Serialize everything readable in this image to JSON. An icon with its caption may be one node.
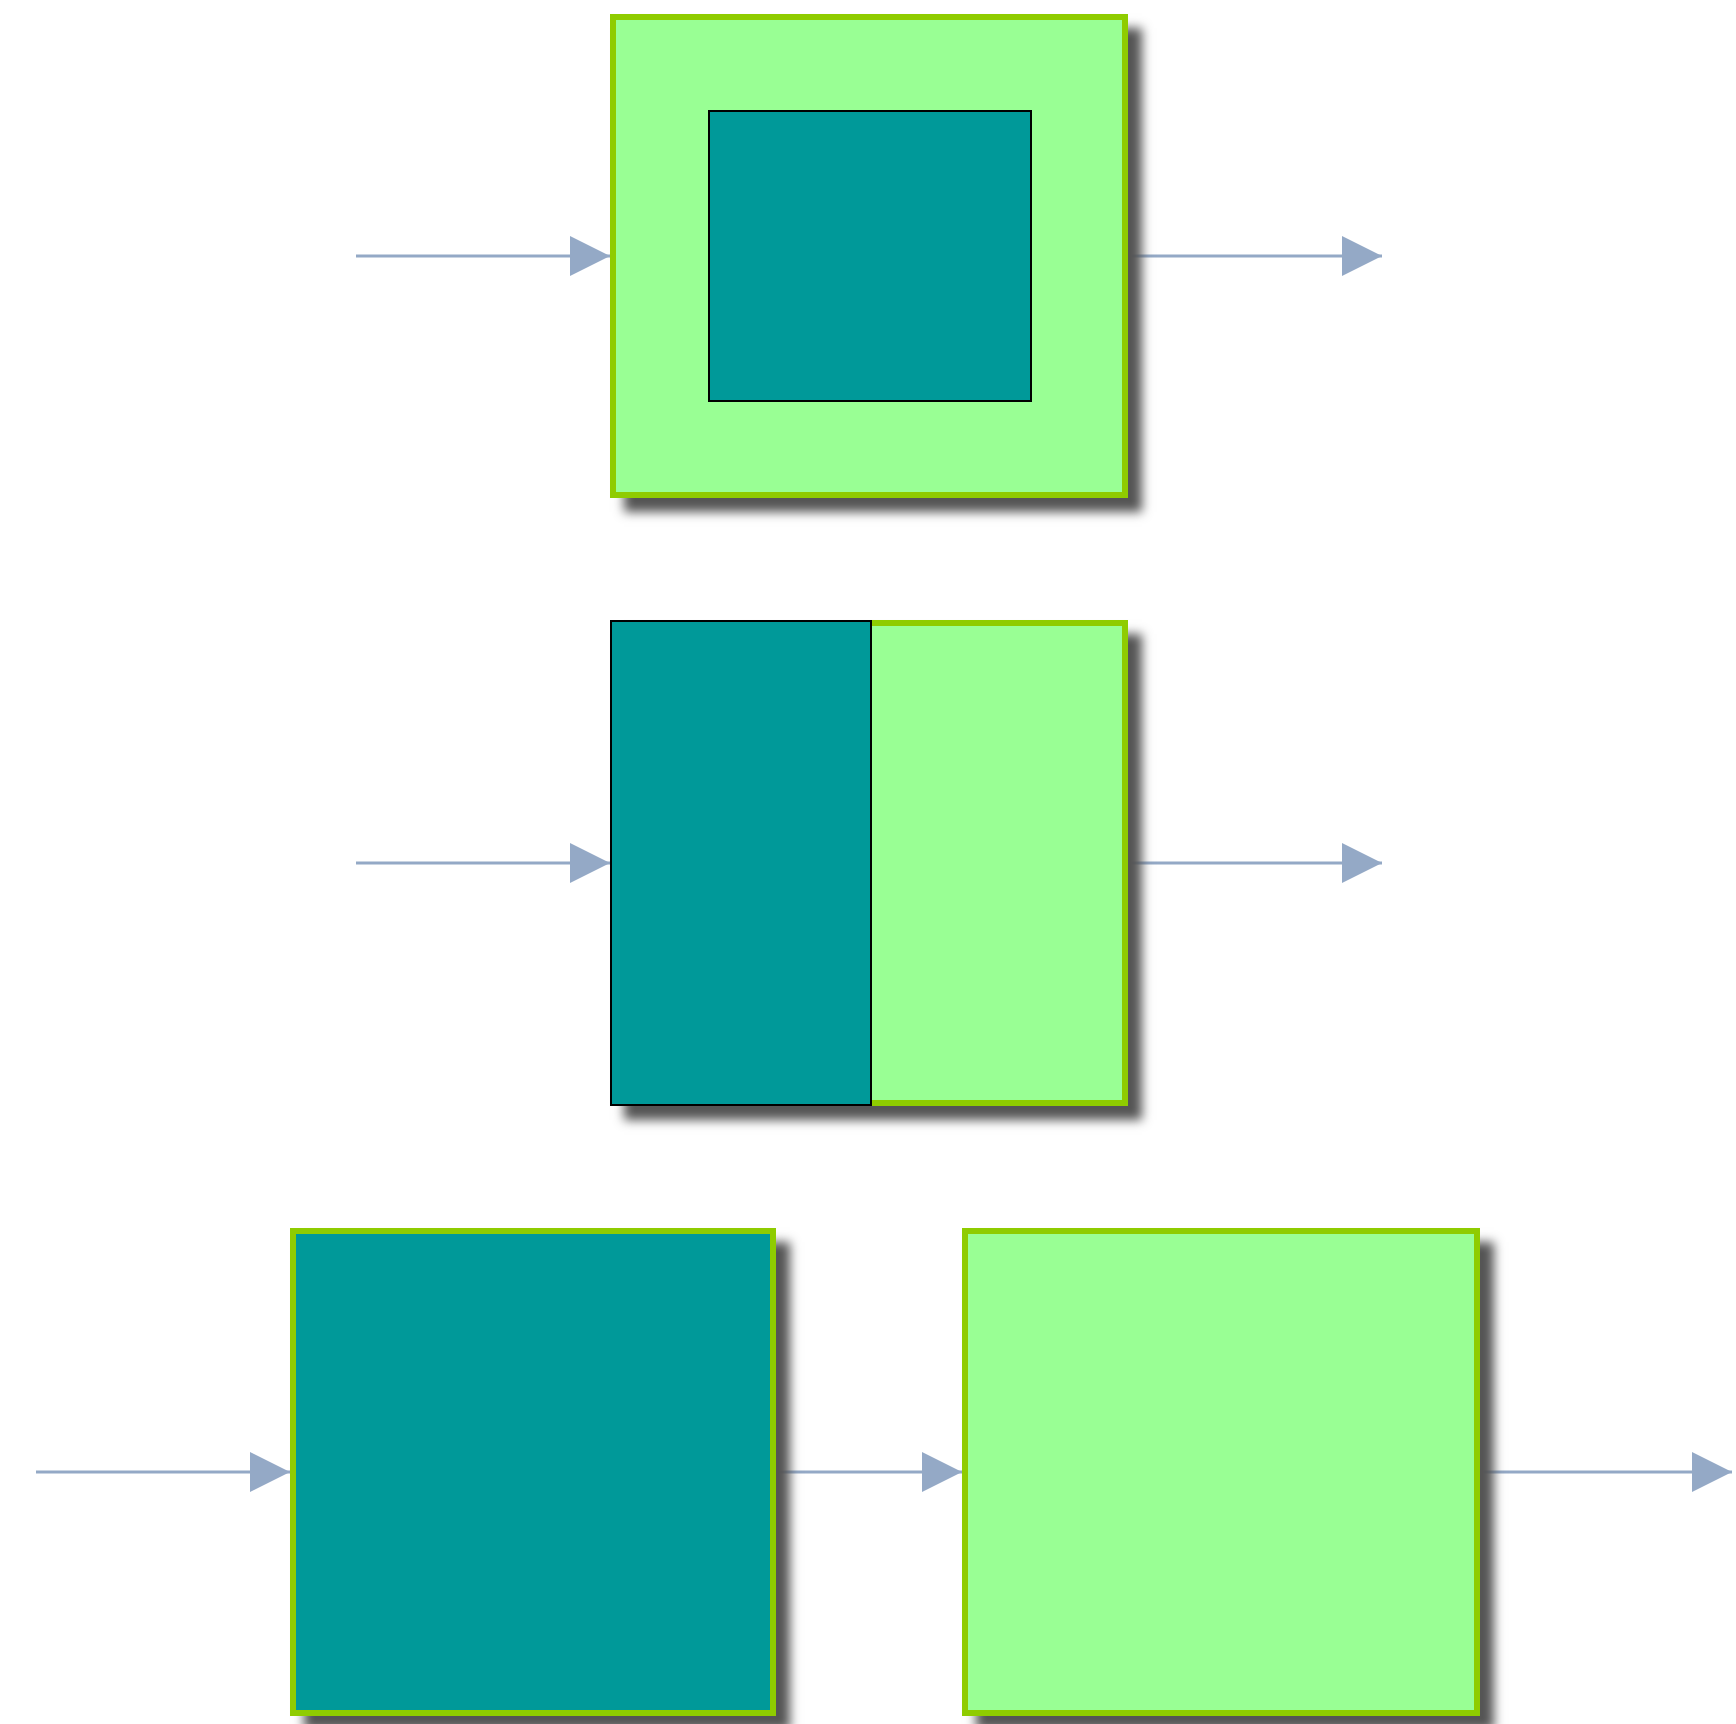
{
  "diagram": {
    "nodes": [
      {
        "text": [],
        "shape": "box"
      },
      {
        "text": [],
        "shape": "box",
        "in": 0
      },
      {
        "text": [],
        "shape": "box"
      },
      {
        "text": [],
        "shape": "box",
        "in": 2
      },
      {
        "text": [],
        "shape": "box"
      },
      {
        "text": [],
        "shape": "box"
      }
    ],
    "edges": [
      {
        "from": null,
        "to": 0,
        "arrow": "to"
      },
      {
        "from": 0,
        "to": null,
        "arrow": "to"
      },
      {
        "from": null,
        "to": 2,
        "arrow": "to"
      },
      {
        "from": 2,
        "to": null,
        "arrow": "to"
      },
      {
        "from": null,
        "to": 4,
        "arrow": "to"
      },
      {
        "from": 4,
        "to": 5,
        "arrow": "to"
      },
      {
        "from": 5,
        "to": null,
        "arrow": "to"
      }
    ]
  }
}
